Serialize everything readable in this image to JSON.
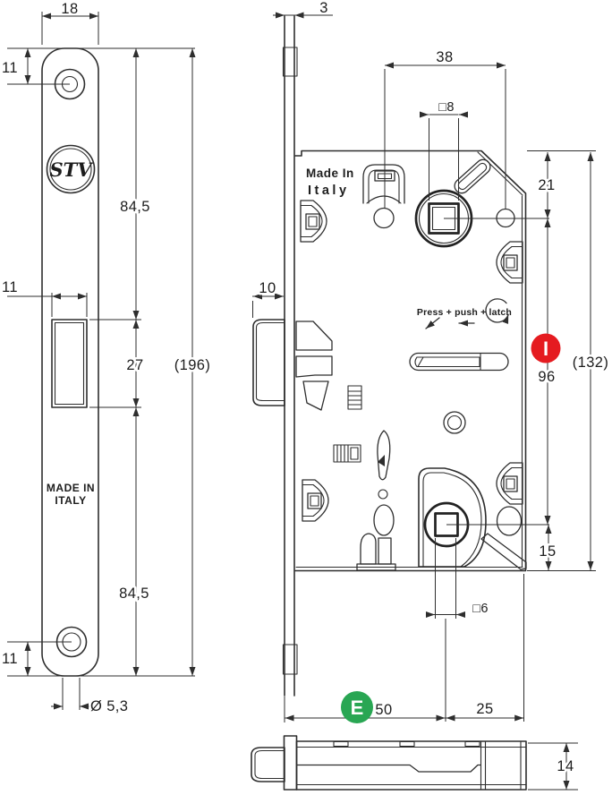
{
  "front": {
    "logo": "STV",
    "made1": "MADE IN",
    "made2": "ITALY",
    "d18": "18",
    "d11top": "11",
    "d845top": "84,5",
    "d11mid": "11",
    "d27": "27",
    "d196": "(196)",
    "d845bot": "84,5",
    "d11bot": "11",
    "d53": "Ø 5,3"
  },
  "side": {
    "d3": "3",
    "d10": "10"
  },
  "case": {
    "made1": "Made In",
    "made2": "Italy",
    "instruction": "Press + push + latch",
    "marker_internal": "I",
    "marker_external": "E",
    "d38": "38",
    "d8": "□8",
    "d21": "21",
    "d96": "96",
    "d15": "15",
    "d132": "(132)",
    "d6": "□6",
    "d50": "50",
    "d25": "25"
  },
  "bottom": {
    "d14": "14"
  },
  "colors": {
    "line": "#2e2e2e",
    "red": "#e51b20",
    "green": "#29a653"
  }
}
